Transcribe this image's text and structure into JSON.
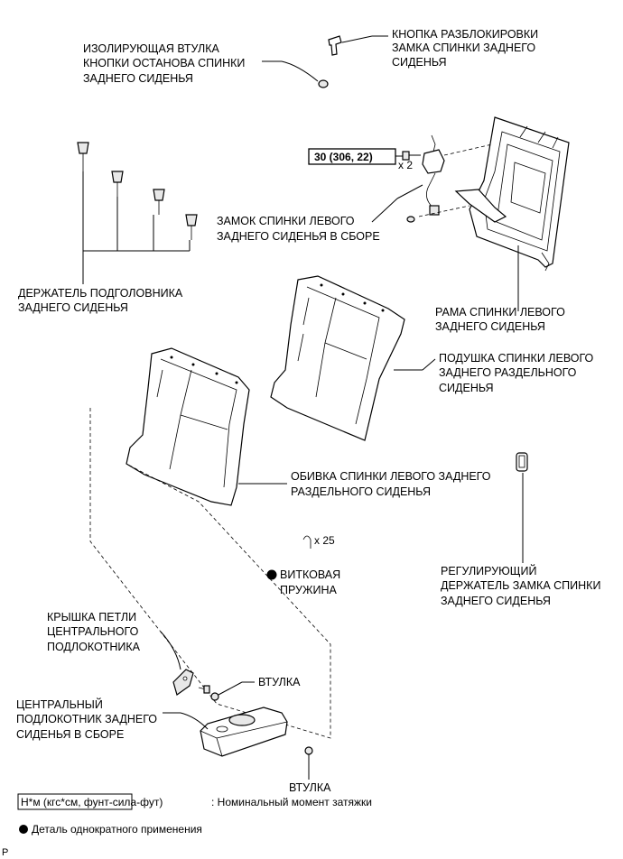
{
  "labels": {
    "release_button": [
      "КНОПКА РАЗБЛОКИРОВКИ",
      "ЗАМКА СПИНКИ ЗАДНЕГО",
      "СИДЕНЬЯ"
    ],
    "insulator": [
      "ИЗОЛИРУЮЩАЯ ВТУЛКА",
      "КНОПКИ ОСТАНОВА СПИНКИ",
      "ЗАДНЕГО СИДЕНЬЯ"
    ],
    "torque_value": "30 (306, 22)",
    "bolt_count": "x 2",
    "lock_assy": [
      "ЗАМОК СПИНКИ ЛЕВОГО",
      "ЗАДНЕГО СИДЕНЬЯ В СБОРЕ"
    ],
    "headrest_holder": [
      "ДЕРЖАТЕЛЬ ПОДГОЛОВНИКА",
      "ЗАДНЕГО СИДЕНЬЯ"
    ],
    "frame": [
      "РАМА СПИНКИ ЛЕВОГО",
      "ЗАДНЕГО СИДЕНЬЯ"
    ],
    "pad": [
      "ПОДУШКА СПИНКИ ЛЕВОГО",
      "ЗАДНЕГО РАЗДЕЛЬНОГО",
      "СИДЕНЬЯ"
    ],
    "cover": [
      "ОБИВКА СПИНКИ ЛЕВОГО ЗАДНЕГО",
      "РАЗДЕЛЬНОГО СИДЕНЬЯ"
    ],
    "ring_count": "x 25",
    "hog_ring": [
      "ВИТКОВАЯ",
      "ПРУЖИНА"
    ],
    "striker": [
      "РЕГУЛИРУЮЩИЙ",
      "ДЕРЖАТЕЛЬ ЗАМКА СПИНКИ",
      "ЗАДНЕГО СИДЕНЬЯ"
    ],
    "hinge_cover": [
      "КРЫШКА ПЕТЛИ",
      "ЦЕНТРАЛЬНОГО",
      "ПОДЛОКОТНИКА"
    ],
    "bushing_1": "ВТУЛКА",
    "armrest": [
      "ЦЕНТРАЛЬНЫЙ",
      "ПОДЛОКОТНИК ЗАДНЕГО",
      "СИДЕНЬЯ В СБОРЕ"
    ],
    "bushing_2": "ВТУЛКА"
  },
  "legend": {
    "torque_units": "Н*м (кгс*см, фунт-сила-фут)",
    "torque_text": ": Номинальный момент затяжки",
    "non_reusable": "Деталь однократного применения"
  },
  "corner_mark": "P"
}
